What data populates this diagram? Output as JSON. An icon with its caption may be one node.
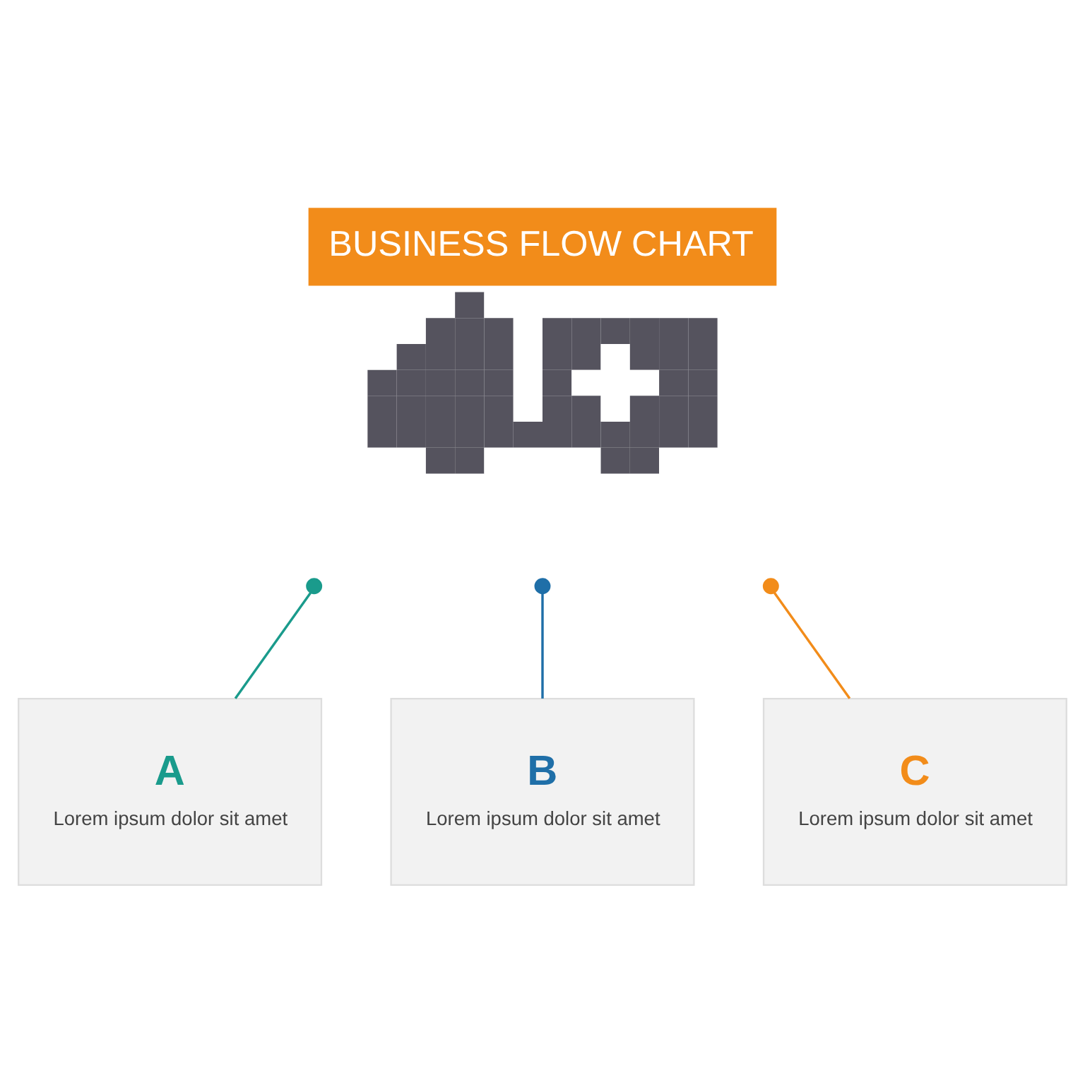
{
  "diagram": {
    "title": "BUSINESS FLOW CHART",
    "nodes": [
      {
        "text": [],
        "shape": "picture"
      },
      {
        "text": [],
        "shape": "circle"
      },
      {
        "text": [],
        "shape": "circle"
      },
      {
        "text": [],
        "shape": "circle"
      },
      {
        "text": [
          "A",
          "Lorem ipsum dolor sit amet"
        ]
      },
      {
        "text": [
          "B",
          "Lorem ipsum dolor sit amet"
        ]
      },
      {
        "text": [
          "C",
          "Lorem ipsum dolor sit amet"
        ]
      }
    ],
    "edges": [
      {
        "from": 1,
        "to": 4,
        "arrow": "none",
        "color": "#1a9b8c"
      },
      {
        "from": 2,
        "to": 5,
        "arrow": "none",
        "color": "#1f6fa8"
      },
      {
        "from": 3,
        "to": 6,
        "arrow": "none",
        "color": "#f28c1a"
      }
    ]
  }
}
